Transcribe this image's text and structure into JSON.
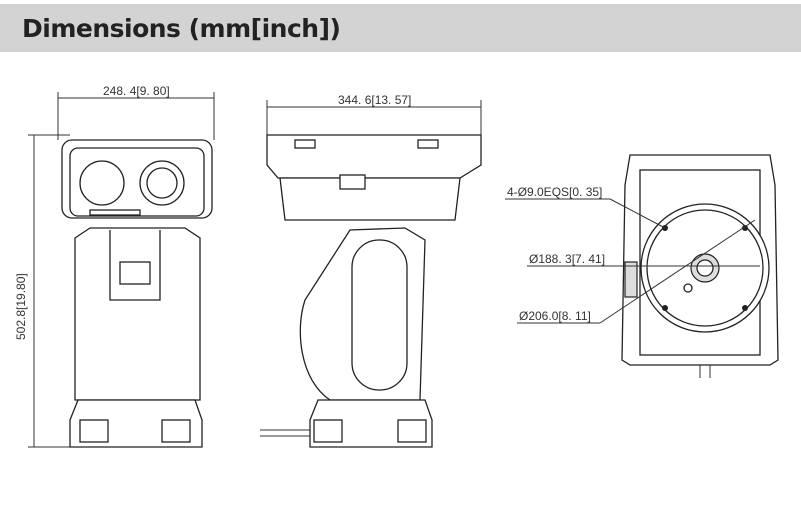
{
  "header": {
    "title": "Dimensions (mm[inch])"
  },
  "dimensions": {
    "front_width": "248. 4[9. 80]",
    "side_width": "344. 6[13. 57]",
    "height": "502.8[19.80]",
    "holes": "4-Ø9.0EQS[0. 35]",
    "inner_diameter": "Ø188. 3[7. 41]",
    "outer_diameter": "Ø206.0[8. 11]"
  }
}
